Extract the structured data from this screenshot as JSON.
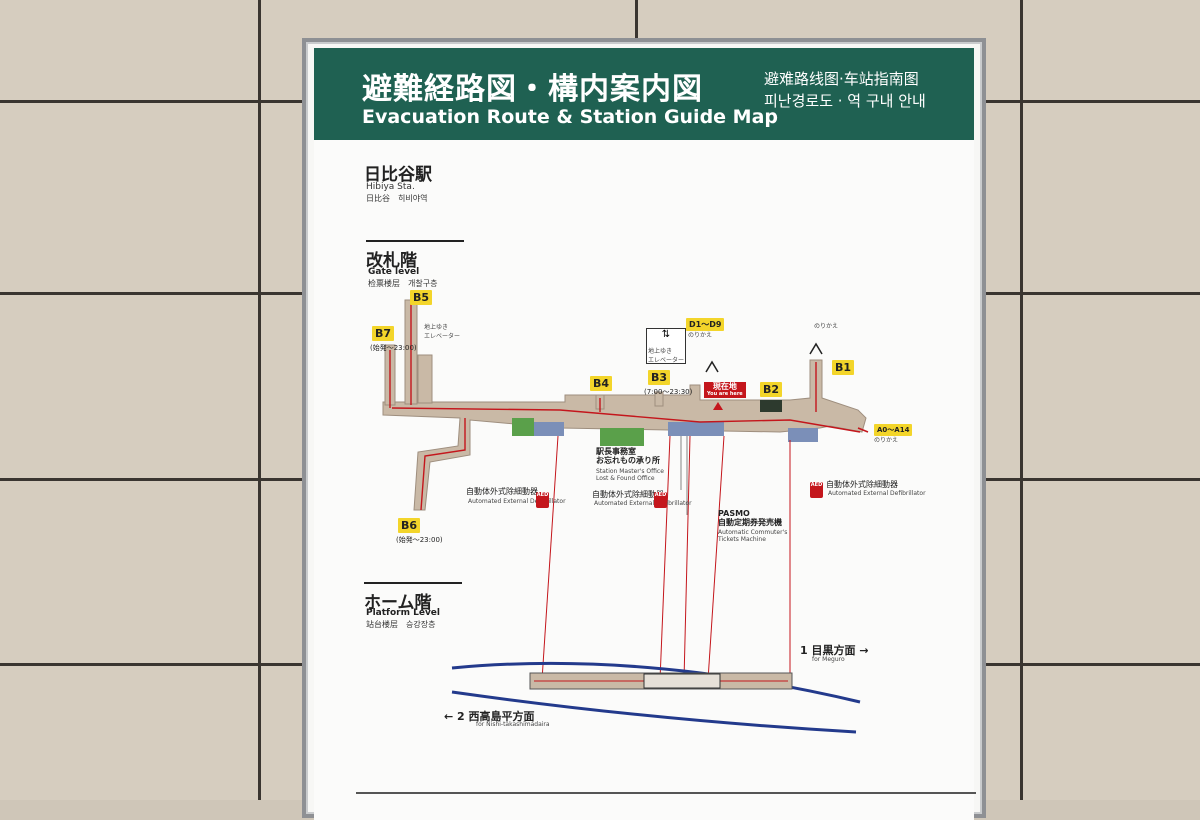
{
  "header": {
    "title_jp": "避難経路図・構内案内図",
    "title_en": "Evacuation Route & Station Guide Map",
    "title_zh": "避难路线图·车站指南图",
    "title_ko": "피난경로도 · 역 구내 안내"
  },
  "station": {
    "name_jp": "日比谷駅",
    "name_en": "Hibiya Sta.",
    "name_sub": "日比谷　히비야역"
  },
  "gate_level": {
    "label_jp": "改札階",
    "label_en": "Gate level",
    "label_sub": "检票楼层　개찰구층"
  },
  "platform_level": {
    "label_jp": "ホーム階",
    "label_en": "Platform Level",
    "label_sub": "站台楼层　승강장층"
  },
  "exits": {
    "b5": "B5",
    "b7": "B7",
    "b7_hours": "(始発〜23:00)",
    "b6": "B6",
    "b6_hours": "(始発〜23:00)",
    "b4": "B4",
    "b3": "B3",
    "b3_hours": "(7:00〜23:30)",
    "b2": "B2",
    "b1": "B1",
    "d1_d9": "D1〜D9",
    "a0_a14": "A0〜A14"
  },
  "labels": {
    "elevator_jp": "地上ゆき\nエレベーター",
    "here_jp": "現在地",
    "here_en": "You are here",
    "office_jp": "駅長事務室\nお忘れもの承り所",
    "office_en": "Station Master's Office\nLost & Found Office",
    "aed_jp": "自動体外式除細動器",
    "aed_en": "Automated External Defibrillator",
    "pasmo_jp": "PASMO\n自動定期券発売機",
    "pasmo_en": "Automatic Commuter's\nTickets Machine",
    "transfer": "のりかえ",
    "aed_badge": "AED"
  },
  "directions": {
    "meguro": "1 目黒方面",
    "meguro_en": "for Meguro",
    "nishi": "2 西高島平方面",
    "nishi_en": "for Nishi-takashimadaira"
  },
  "colors": {
    "header_green": "#1f6152",
    "exit_yellow": "#f3d52a",
    "route_red": "#c4161c",
    "concourse_tan": "#c9b9a6",
    "track_blue": "#233a8c"
  }
}
